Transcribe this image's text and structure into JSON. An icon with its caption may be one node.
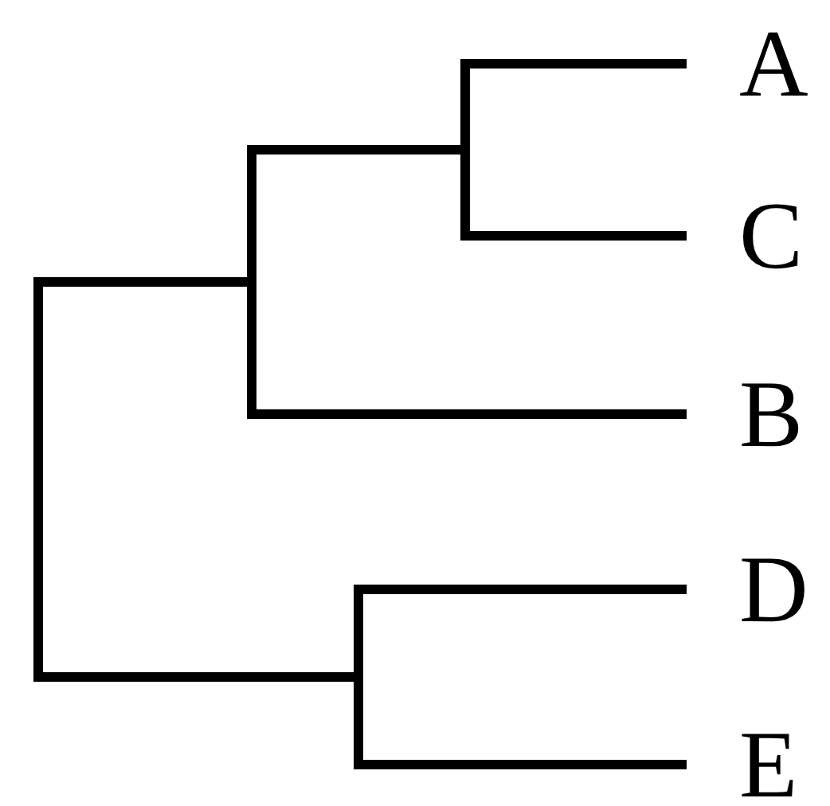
{
  "diagram": {
    "nodes": [
      {
        "text": [
          "A"
        ]
      },
      {
        "text": [
          "C"
        ]
      },
      {
        "text": [
          "B"
        ]
      },
      {
        "text": [
          "D"
        ]
      },
      {
        "text": [
          "E"
        ]
      },
      {
        "text": [],
        "shape": "bar"
      },
      {
        "text": [],
        "shape": "bar"
      },
      {
        "text": [],
        "shape": "bar"
      },
      {
        "text": [],
        "shape": "bar"
      }
    ],
    "edges": [
      {
        "from": 5,
        "to": 0,
        "arrow": "none"
      },
      {
        "from": 5,
        "to": 1,
        "arrow": "none"
      },
      {
        "from": 6,
        "to": 5,
        "arrow": "none"
      },
      {
        "from": 6,
        "to": 2,
        "arrow": "none"
      },
      {
        "from": 7,
        "to": 3,
        "arrow": "none"
      },
      {
        "from": 7,
        "to": 4,
        "arrow": "none"
      },
      {
        "from": 8,
        "to": 6,
        "arrow": "none"
      },
      {
        "from": 8,
        "to": 7,
        "arrow": "none"
      }
    ]
  }
}
